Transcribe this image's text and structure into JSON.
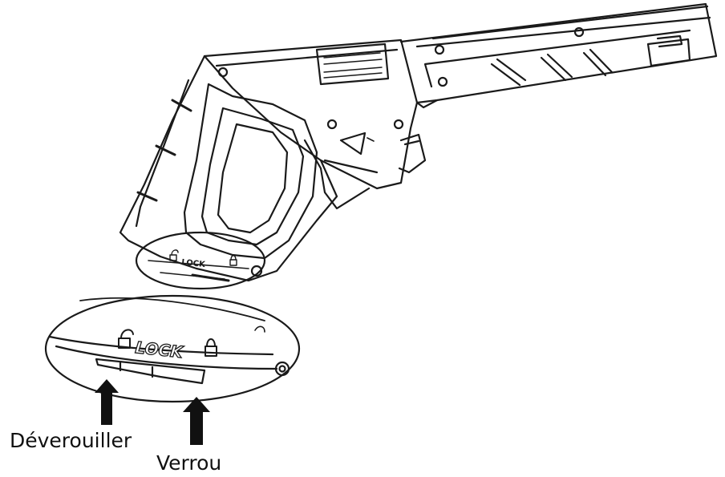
{
  "labels": {
    "unlock": "Déverouiller",
    "lock": "Verrou",
    "lock_mark_small": "LOCK",
    "lock_mark_zoom": "LOCK"
  },
  "colors": {
    "line": "#1a1a1a",
    "background": "#ffffff",
    "arrow": "#111111"
  },
  "icons": {
    "unlock": "open-padlock-icon",
    "lock": "closed-padlock-icon",
    "flow": "triangle-arrow-icon",
    "label_plate": "rating-plate"
  }
}
